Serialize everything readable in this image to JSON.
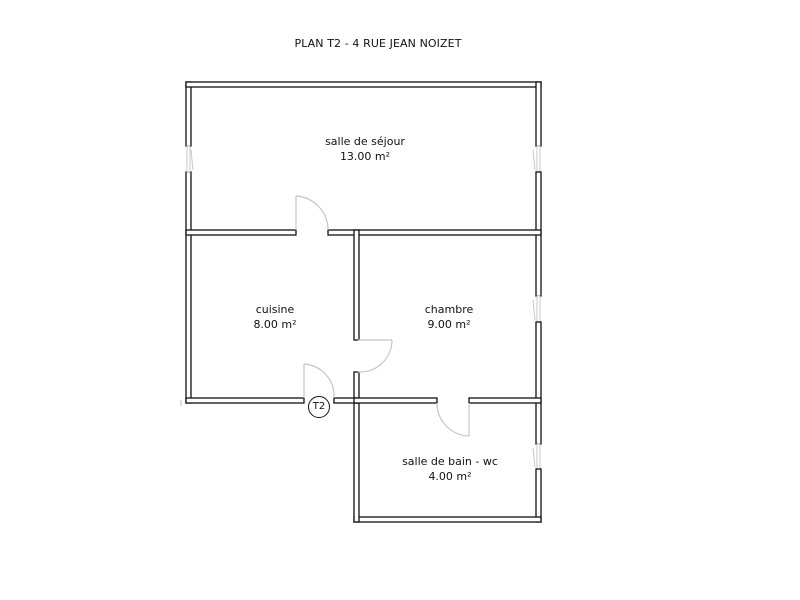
{
  "plan": {
    "title": "PLAN T2 - 4 RUE JEAN NOIZET",
    "entry_marker": "T2",
    "colors": {
      "wall_stroke": "#111111",
      "door_arc": "#c4c4c4",
      "window": "#c8c8c8",
      "background": "#ffffff"
    }
  },
  "rooms": [
    {
      "name": "salle de séjour",
      "area": "13.00 m²"
    },
    {
      "name": "cuisine",
      "area": "8.00 m²"
    },
    {
      "name": "chambre",
      "area": "9.00 m²"
    },
    {
      "name": "salle de bain - wc",
      "area": "4.00 m²"
    }
  ]
}
